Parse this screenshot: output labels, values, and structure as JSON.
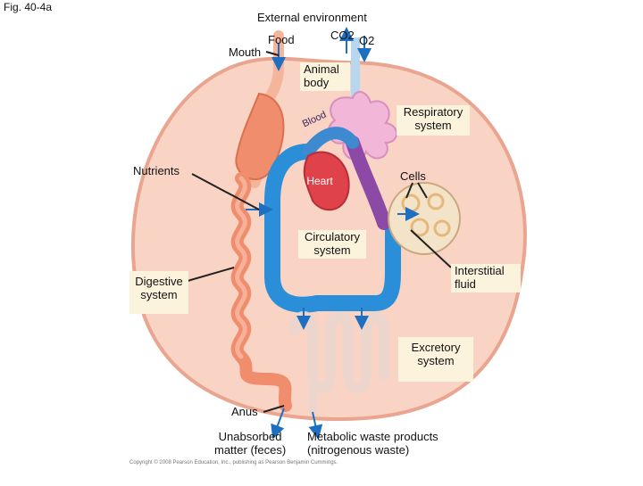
{
  "figure_label": "Fig. 40-4a",
  "labels": {
    "external_environment": "External environment",
    "food": "Food",
    "co2": "CO2",
    "o2": "O2",
    "mouth": "Mouth",
    "animal_body_1": "Animal",
    "animal_body_2": "body",
    "respiratory_1": "Respiratory",
    "respiratory_2": "system",
    "blood": "Blood",
    "nutrients": "Nutrients",
    "heart": "Heart",
    "cells": "Cells",
    "circulatory_1": "Circulatory",
    "circulatory_2": "system",
    "interstitial_1": "Interstitial",
    "interstitial_2": "fluid",
    "digestive_1": "Digestive",
    "digestive_2": "system",
    "excretory_1": "Excretory",
    "excretory_2": "system",
    "anus": "Anus",
    "unabsorbed_1": "Unabsorbed",
    "unabsorbed_2": "matter (feces)",
    "metabolic_1": "Metabolic waste products",
    "metabolic_2": "(nitrogenous waste)",
    "copyright": "Copyright © 2008 Pearson Education, Inc., publishing as Pearson Benjamin Cummings."
  },
  "colors": {
    "body_fill": "#f9d3c4",
    "body_outline": "#e9a58f",
    "gut": "#f08d6c",
    "blood_blue": "#2a8fd8",
    "blood_purple": "#8c4aa6",
    "heart_red": "#e0424a",
    "lung_pink": "#f2b6d8",
    "kidney": "#ecd5cc",
    "label_box": "#fbf3dc"
  }
}
